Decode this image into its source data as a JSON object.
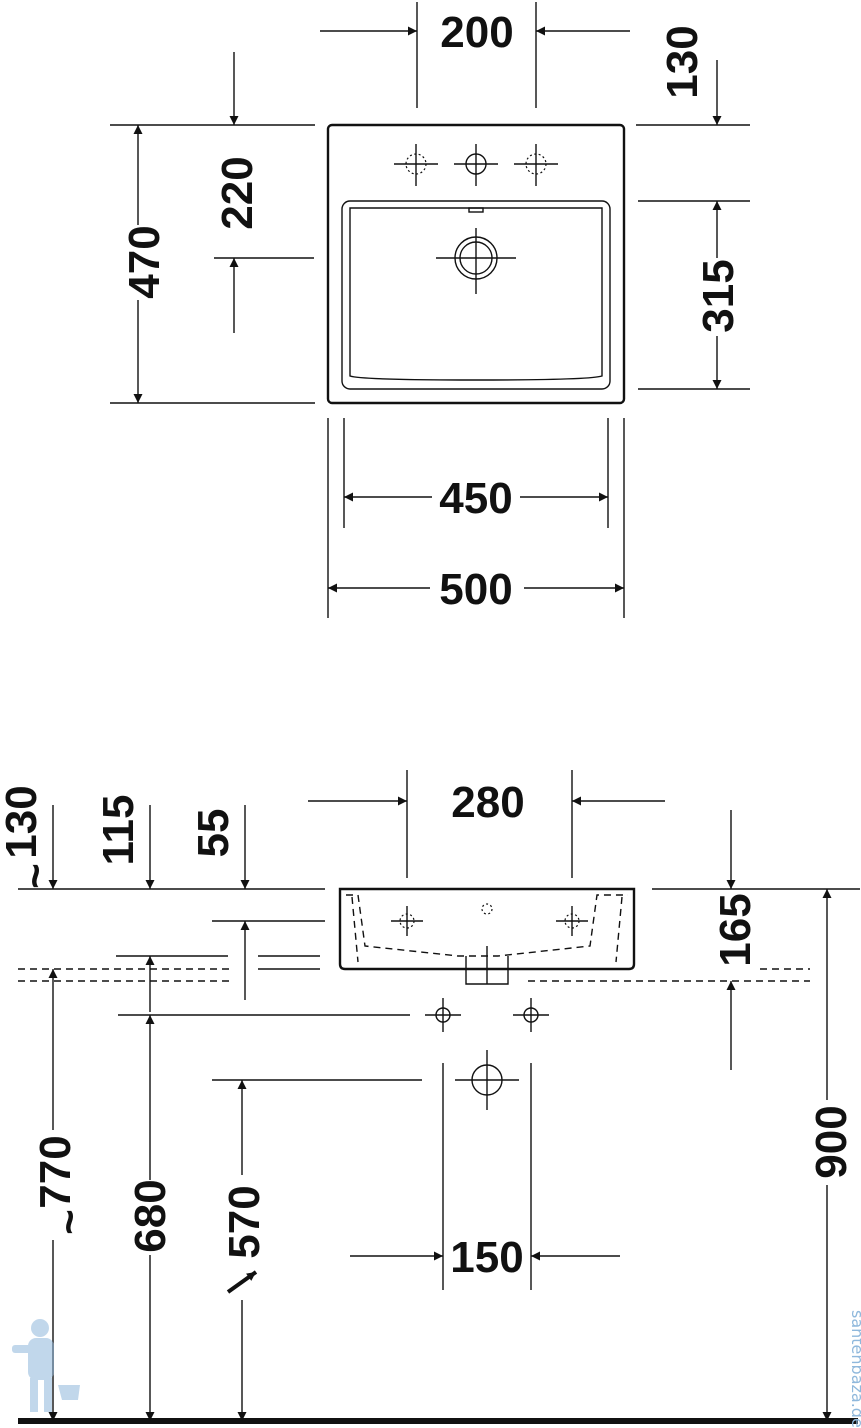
{
  "top_view": {
    "dims": {
      "d200": "200",
      "d130": "130",
      "d220": "220",
      "d470": "470",
      "d315": "315",
      "d450": "450",
      "d500": "500"
    }
  },
  "side_view": {
    "dims": {
      "d130": "130",
      "d115": "115",
      "d55": "55",
      "d280": "280",
      "d165": "165",
      "d770": "770",
      "d680": "680",
      "d570": "570",
      "d900": "900",
      "d150": "150",
      "approx": "~"
    }
  },
  "watermark": {
    "text": "santehbaza.de",
    "color": "#8fb8dc"
  },
  "colors": {
    "ink": "#111111",
    "background": "#ffffff"
  },
  "icons": [
    "arrow-icon",
    "crosshair-icon",
    "plumber-mascot-icon"
  ]
}
